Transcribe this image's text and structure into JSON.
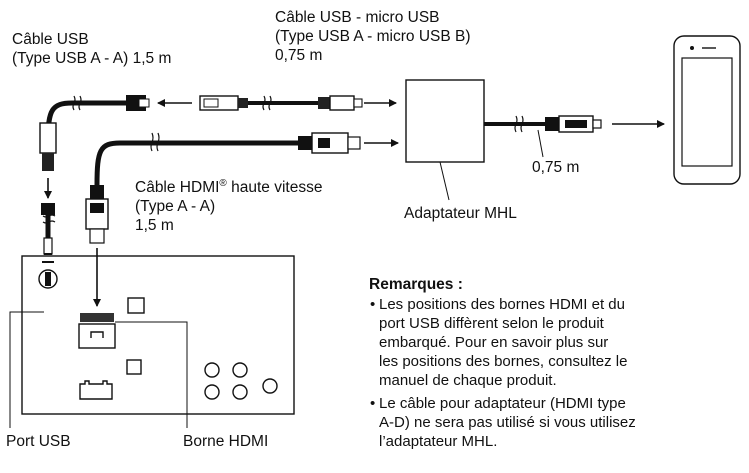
{
  "labels": {
    "usb_cable_line1": "Câble USB",
    "usb_cable_line2": "(Type USB A - A) 1,5 m",
    "micro_usb_line1": "Câble USB - micro USB",
    "micro_usb_line2": "(Type USB A - micro USB B)",
    "micro_usb_line3": "0,75 m",
    "hdmi_cable_line1_pre": "Câble HDMI",
    "hdmi_cable_reg": "®",
    "hdmi_cable_line1_post": " haute vitesse",
    "hdmi_cable_line2": "(Type A - A)",
    "hdmi_cable_line3": "1,5 m",
    "mhl_cable_length": "0,75 m",
    "mhl_adapter": "Adaptateur MHL",
    "port_usb": "Port USB",
    "hdmi_terminal": "Borne HDMI"
  },
  "notes": {
    "title": "Remarques :",
    "bullet": "•",
    "items": [
      [
        "Les positions des bornes HDMI et du",
        "port USB diffèrent selon le produit",
        "embarqué. Pour en savoir plus sur",
        "les positions des bornes, consultez le",
        "manuel de chaque produit."
      ],
      [
        "Le câble pour adaptateur (HDMI type",
        "A-D) ne sera pas utilisé si vous utilisez",
        "l’adaptateur MHL."
      ]
    ]
  },
  "colors": {
    "line": "#111111",
    "background": "#ffffff"
  }
}
